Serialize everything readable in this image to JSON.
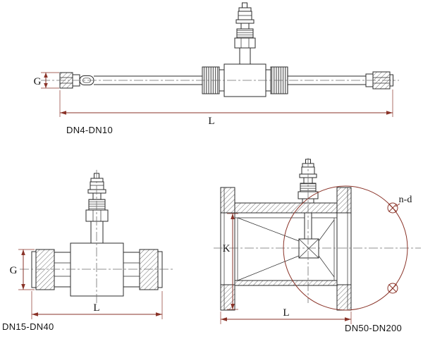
{
  "figure": {
    "views": [
      {
        "caption": "DN4-DN10",
        "dims": {
          "g": "G",
          "l": "L"
        }
      },
      {
        "caption": "DN15-DN40",
        "dims": {
          "g": "G",
          "l": "L"
        }
      },
      {
        "caption": "DN50-DN200",
        "dims": {
          "k": "K",
          "l": "L",
          "nd": "n-d"
        }
      }
    ],
    "colors": {
      "drawing_line": "#2b2b2b",
      "dimension_line": "#8a3328",
      "centerline": "#6f6f6f",
      "label_text": "#141414",
      "background": "#ffffff"
    }
  }
}
